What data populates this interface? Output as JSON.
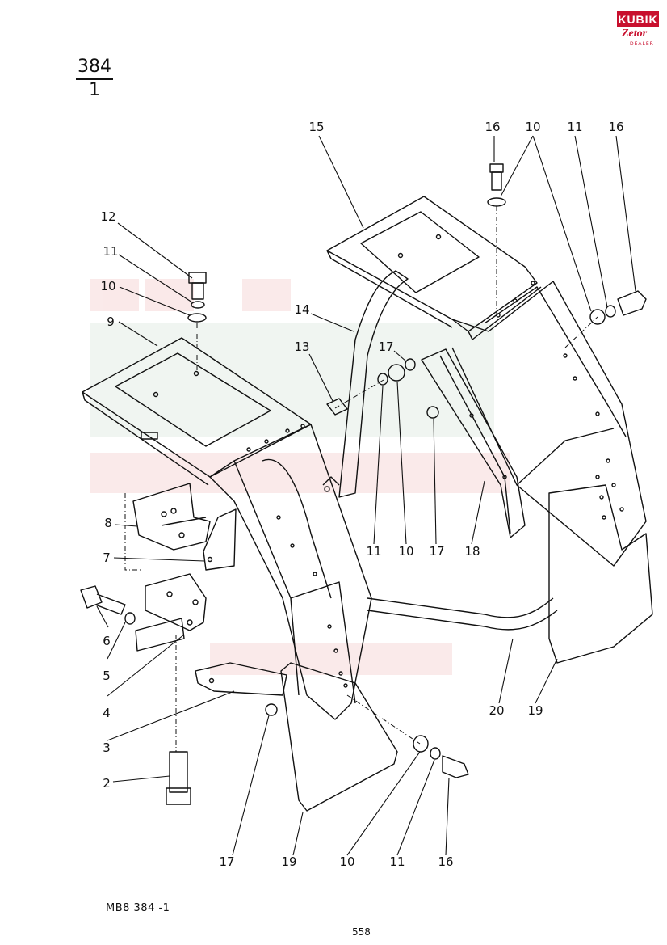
{
  "header": {
    "page_top": "384",
    "page_bottom": "1"
  },
  "logo": {
    "brand": "KUBIK",
    "sub": "Zetor",
    "dealer": "DEALER",
    "color": "#c8102e"
  },
  "watermark": {
    "color": "#f4caca"
  },
  "callouts": {
    "c15": "15",
    "c16a": "16",
    "c10a": "10",
    "c11a": "11",
    "c16b": "16",
    "c12": "12",
    "c11b": "11",
    "c10b": "10",
    "c9": "9",
    "c14": "14",
    "c13": "13",
    "c17a": "17",
    "c8": "8",
    "c7": "7",
    "c6": "6",
    "c5": "5",
    "c4": "4",
    "c3": "3",
    "c2": "2",
    "c11c": "11",
    "c10c": "10",
    "c17b": "17",
    "c18": "18",
    "c20": "20",
    "c19a": "19",
    "c17c": "17",
    "c19b": "19",
    "c10d": "10",
    "c11d": "11",
    "c16c": "16"
  },
  "footer": {
    "code": "MB8   384 -1",
    "page": "558"
  }
}
